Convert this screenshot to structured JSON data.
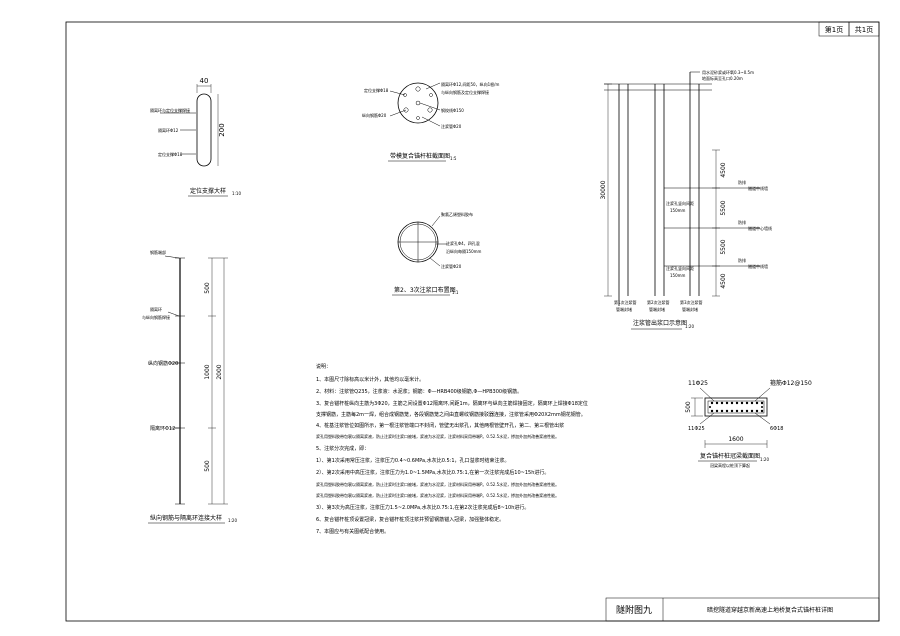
{
  "header": {
    "page": "第1页",
    "total": "共1页"
  },
  "title_block": {
    "figure_no": "隧附图九",
    "title": "暗挖隧道穿越京新高速上地桥复合式锚杆桩详图"
  },
  "support": {
    "title": "定位支撑大样",
    "scale": "1:10",
    "width": "40",
    "height": "200",
    "label1": "隔离环与定位支撑焊接",
    "label2": "隔离环Φ12",
    "label3": "定位支撑Φ18"
  },
  "pile_section": {
    "title": "带模复合锚杆桩截面图",
    "scale": "1:5",
    "r1": "隔离环Φ12,间距50，纵向1根/m",
    "r2": "与纵向钢筋及定位支撑焊接",
    "r3": "钢绞线Φ150",
    "r4": "注浆管Φ20",
    "l1": "定位支撑Φ18",
    "l2": "纵向钢筋Φ20"
  },
  "grout_hole": {
    "title": "第2、3次注浆口布置图",
    "scale": "1:1",
    "l1": "聚氯乙烯塑料胶布",
    "l2": "注浆孔Φ4，四孔混",
    "l3": "沿纵向每隔150mm",
    "l4": "注浆管Φ20"
  },
  "longitudinal": {
    "title": "纵向钢筋与隔离环连接大样",
    "scale": "1:20",
    "l1": "钢筋端部",
    "l2": "隔离环",
    "l3": "与纵向钢筋焊接",
    "l4": "纵向钢筋Φ20",
    "l5": "隔离环Φ12",
    "d1": "500",
    "d2": "1000",
    "d3": "500",
    "dt": "2000"
  },
  "grout_outlet": {
    "title": "注浆管出浆口示意图",
    "scale": "1:20",
    "top1": "用水泥砂浆或环氧0.3~0.5m",
    "top2": "地面标高至孔口0.20m",
    "total": "30000",
    "seg1": "4500",
    "seg2": "5500",
    "seg3": "5500",
    "seg4": "4500",
    "mid1": "注浆孔竖向间距",
    "mid2": "150mm",
    "mid3": "注浆孔竖向间距",
    "mid4": "150mm",
    "r1a": "隧道中线墙",
    "r2a": "隧道中心墙线",
    "r3a": "隧道中线墙",
    "tag1": "防排",
    "tag2": "防排",
    "tag3": "防排",
    "b1": "第1次注浆管",
    "b2": "第2次注浆管",
    "b3": "第3次注浆管",
    "b4": "管端封堵",
    "b5": "管端封堵",
    "b6": "管端封堵"
  },
  "cap_beam": {
    "title": "复合锚杆桩冠梁截面图",
    "scale": "1:20",
    "sub": "冠梁高程以桩顶下算起",
    "top_left": "11Φ25",
    "top_right": "箍筋Φ12@150",
    "bot_left": "11Φ25",
    "bot_right": "6Φ18",
    "h": "500",
    "w": "1600"
  },
  "notes": {
    "heading": "说明：",
    "lines": [
      "1、本图尺寸除标高以米计外，其他均以毫米计。",
      "2、材料：注浆管Q235，注浆液：水泥浆；钢筋：Φ—HRB400级钢筋,Φ—HPB300级钢筋。",
      "3、复合锚杆桩纵向主筋为3Φ20，主筋之间设置Φ12隔离环,间距1m，隔离环与纵向主筋焊接固定，隔离环上焊接Φ18定位",
      "支撑钢筋，主筋每2m一焊，组合成钢筋笼，各段钢筋笼之间由直螺纹钢筋接驳器连接，注浆管采用Φ20X2mm钢花钢管。",
      "4、桩基注浆管位如图所示，第一根注浆管端口不封闭，管壁无出浆孔，其他两根管壁开孔，第二、第三根管出浆",
      "浆孔用塑料胶带包裹以隔离浆液，防止注浆时注浆口被堵，浆液为水泥浆，注浆材料采用带端P。0.52.5水泥，掺加外加剂改善浆液性能。",
      "5、注浆分次完成，即：",
      "1）、第1次采用常压注浆，注浆压力0.4~0.6MPa,水灰比0.5:1，孔口溢浆时结束注浆。",
      "2）、第2次采用中高压注浆，注浆压力为1.0~1.5MPa,水灰比0.75:1,在第一次注浆完成后10~15h进行。",
      "浆孔用塑料胶带包裹以隔离浆液，防止注浆时注浆口被堵，浆液为水泥浆，注浆材料采用带端P。0.52.5水泥，掺加外加剂改善浆液性能。",
      "浆孔用塑料胶带包裹以隔离浆液，防止注浆时注浆口被堵，浆液为水泥浆，注浆材料采用带端P。0.52.5水泥，掺加外加剂改善浆液性能。",
      "3）、第3次为高压注浆，注浆压力1.5~2.0MPa,水灰比0.75:1,在第2次注浆完成后8~10h进行。",
      "6、复合锚杆桩顶设置冠梁，复合锚杆桩顶注浆并预留钢筋锚入冠梁，加强整体稳定。",
      "7、本图应与有关图纸配合使用。"
    ]
  }
}
